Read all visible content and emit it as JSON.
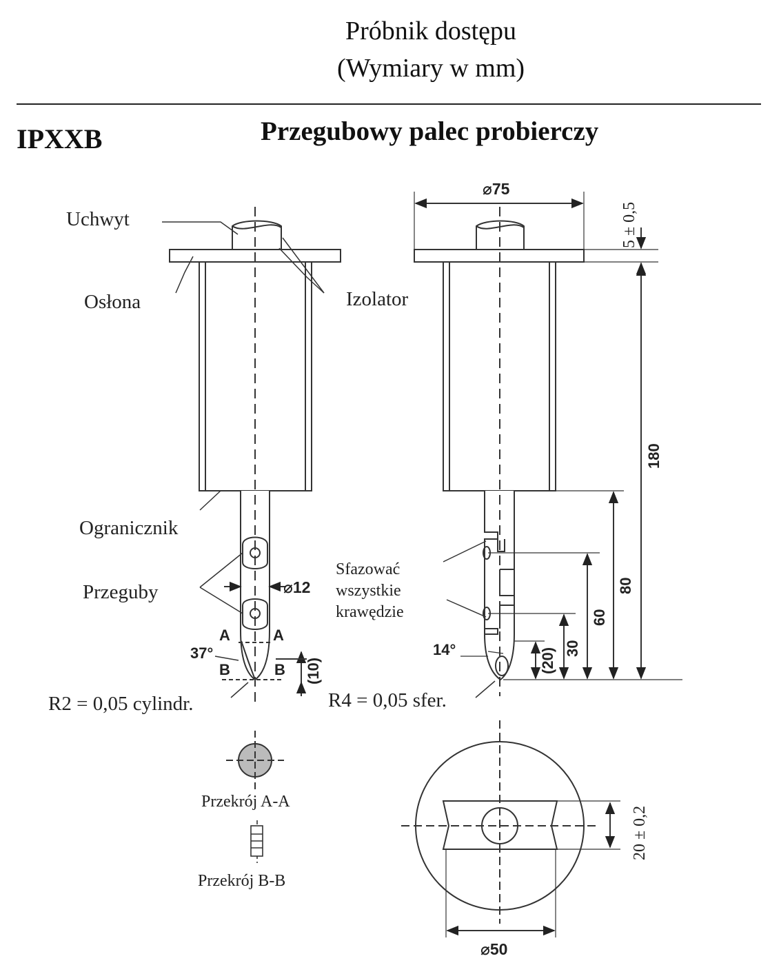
{
  "header": {
    "title": "Próbnik dostępu",
    "subtitle": "(Wymiary w mm)",
    "code": "IPXXB",
    "heading": "Przegubowy palec probierczy"
  },
  "labels": {
    "handle": "Uchwyt",
    "guard": "Osłona",
    "insulator": "Izolator",
    "stop": "Ogranicznik",
    "joints": "Przeguby",
    "chamfer_line1": "Sfazować",
    "chamfer_line2": "wszystkie",
    "chamfer_line3": "krawędzie",
    "radius_left": "R2 = 0,05 cylindr.",
    "radius_right": "R4 = 0,05 sfer.",
    "section_aa": "Przekrój A-A",
    "section_bb": "Przekrój B-B"
  },
  "dimensions": {
    "diameter_top": "⌀75",
    "plate_thickness": "5 ± 0,5",
    "total_length": "180",
    "finger_length": "80",
    "joint1_distance": "60",
    "joint2_distance": "30",
    "tip_ref_right": "(20)",
    "tip_ref_left": "(10)",
    "finger_diameter": "⌀12",
    "angle_left": "37°",
    "angle_right": "14°",
    "section_letter_a": "A",
    "section_letter_b": "B",
    "slot_width": "20 ± 0,2",
    "diameter_bottom": "⌀50"
  }
}
